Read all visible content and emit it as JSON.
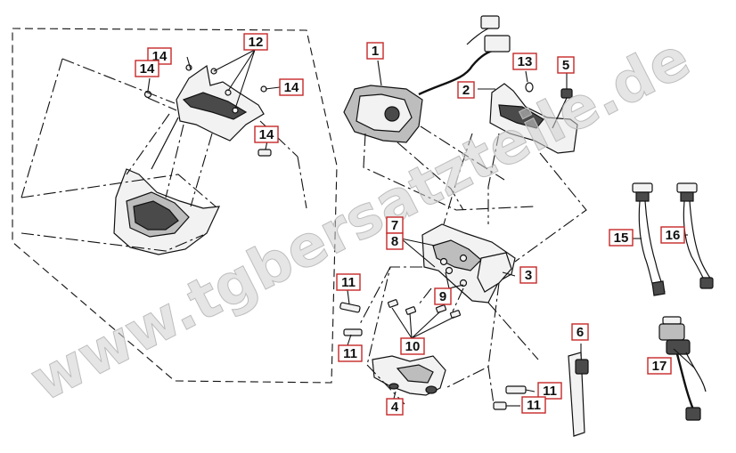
{
  "watermark": "www.tgbersatzteile.de",
  "callouts": [
    "1",
    "2",
    "3",
    "4",
    "5",
    "6",
    "7",
    "8",
    "9",
    "10",
    "11",
    "12",
    "13",
    "14",
    "15",
    "16",
    "17"
  ],
  "colors": {
    "callout_border": "#c62828",
    "line": "#111111",
    "watermark": "#cfcfcf"
  }
}
